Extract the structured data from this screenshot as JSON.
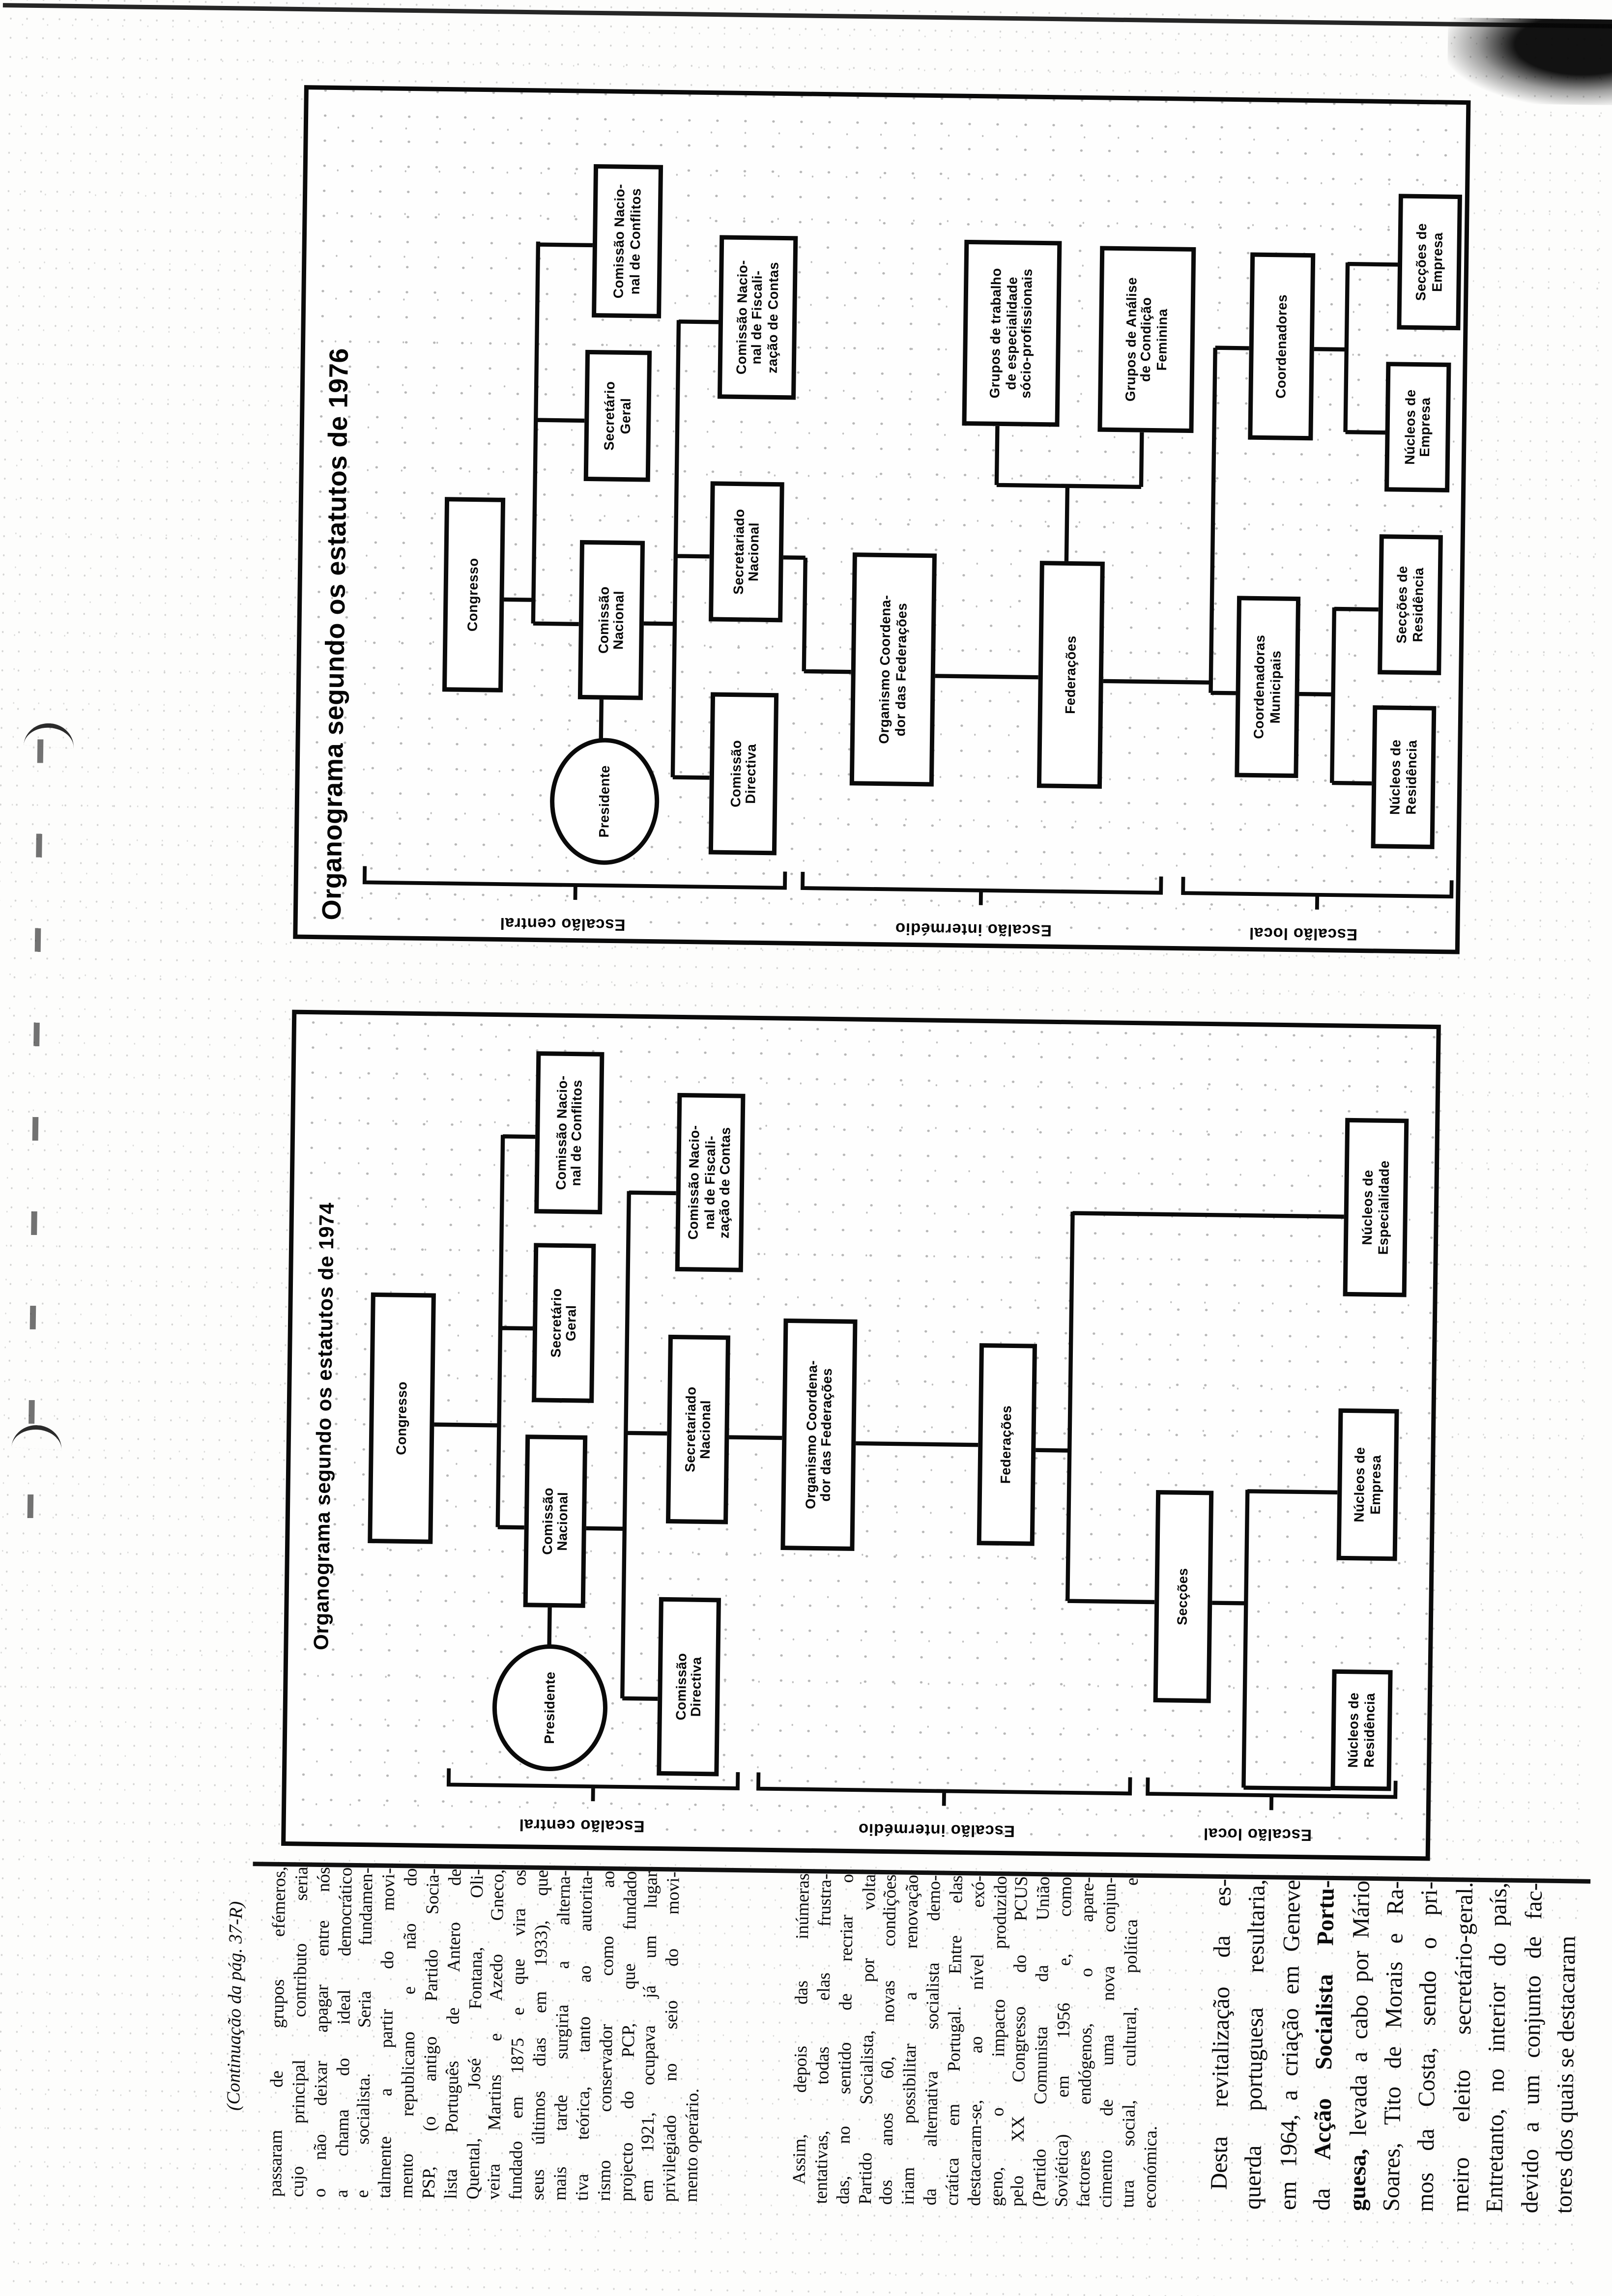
{
  "page": {
    "continuation_note": "(Continuação da pág. 37-R)",
    "pen_mark": "("
  },
  "charts": [
    {
      "year": "1974",
      "title": "Organograma segundo os estatutos de 1974",
      "levels": {
        "central": "Escalão central",
        "intermedio": "Escalão intermédio",
        "local": "Escalão local"
      },
      "nodes": {
        "congresso": "Congresso",
        "presidente": "Presidente",
        "comissao_nacional": "Comissão\nNacional",
        "secretario_geral": "Secretário\nGeral",
        "cn_conflitos": "Comissão Nacio-\nnal de Conflitos",
        "cn_fiscalizacao": "Comissão Nacio-\nnal de Fiscali-\nzação de Contas",
        "comissao_directiva": "Comissão\nDirectiva",
        "secretariado_nacional": "Secretariado\nNacional",
        "organismo": "Organismo Coordena-\ndor das Federações",
        "federacoes": "Federações",
        "seccoes": "Secções",
        "nucleos_especialidade": "Núcleos de\nEspecialidade",
        "nucleos_empresa": "Núcleos de\nEmpresa",
        "nucleos_residencia": "Núcleos de\nResidência"
      }
    },
    {
      "year": "1976",
      "title": "Organograma segundo os estatutos de 1976",
      "levels": {
        "central": "Escalão central",
        "intermedio": "Escalão intermédio",
        "local": "Escalão local"
      },
      "nodes": {
        "congresso": "Congresso",
        "presidente": "Presidente",
        "comissao_nacional": "Comissão\nNacional",
        "secretario_geral": "Secretário\nGeral",
        "cn_conflitos": "Comissão Nacio-\nnal de Conflitos",
        "cn_fiscalizacao": "Comissão Nacio-\nnal de Fiscali-\nzação de Contas",
        "comissao_directiva": "Comissão\nDirectiva",
        "secretariado_nacional": "Secretariado\nNacional",
        "organismo": "Organismo Coordena-\ndor das Federações",
        "federacoes": "Federações",
        "grupos_trabalho": "Grupos de trabalho\nde especialidade\nsócio-profissionais",
        "grupos_analise": "Grupos de Análise\nde Condição\nFeminina",
        "coordenadoras_municipais": "Coordenadoras\nMunicipais",
        "coordenadores": "Coordenadores",
        "seccoes_empresa": "Secções de\nEmpresa",
        "nucleos_empresa": "Núcleos de\nEmpresa",
        "seccoes_residencia": "Secções de\nResidência",
        "nucleos_residencia": "Núcleos de\nResidência"
      }
    }
  ],
  "article": {
    "para1_lines": [
      "passaram de grupos efémeros,",
      "cujo principal contributo seria",
      "o não deixar apagar entre nós",
      "a chama do ideal democrático",
      "e socialista. Seria fundamen-",
      "talmente a partir do movi-",
      "mento republicano e não do",
      "PSP, (o antigo Partido Socia-",
      "lista Português de Antero de",
      "Quental, José Fontana, Oli-",
      "veira Martins e Azedo Gneco,",
      "fundado em 1875 e que vira os",
      "seus últimos dias em 1933), que",
      "mais tarde surgiria a alterna-",
      "tiva teórica, tanto ao autorita-",
      "rismo conservador como ao",
      "projecto do PCP, que fundado",
      "em 1921, ocupava já um lugar",
      "privilegiado no seio do movi-",
      "mento operário."
    ],
    "para2_lines": [
      "Assim, depois das inúmeras",
      "tentativas, todas elas frustra-",
      "das, no sentido de recriar o",
      "Partido Socialista, por volta",
      "dos anos 60, novas condições",
      "iriam possibilitar a renovação",
      "da alternativa socialista demo-",
      "crática em Portugal. Entre elas",
      "destacaram-se, ao nível exó-",
      "geno, o impacto produzido",
      "pelo XX Congresso do PCUS",
      "(Partido Comunista da União",
      "Soviética) em 1956 e, como",
      "factores endógenos, o apare-",
      "cimento de uma nova conjun-",
      "tura social, cultural, política e",
      "económica."
    ],
    "para3_lines": [
      "Desta revitalização da es-",
      "querda portuguesa resultaria,",
      "em 1964, a criação em Geneve",
      "da Acção Socialista Portu-",
      "guesa, levada a cabo por Mário",
      "Soares, Tito de Morais e Ra-",
      "mos da Costa, sendo o pri-",
      "meiro eleito secretário-geral.",
      "Entretanto, no interior do país,",
      "devido a um conjunto de fac-",
      "tores dos quais se destacaram"
    ],
    "para3_bold": {
      "l4_pre": "da ",
      "l4_bold": "Acção Socialista Portu-",
      "l5_bold": "guesa,",
      "l5_rest": " levada a cabo por Mário"
    }
  }
}
